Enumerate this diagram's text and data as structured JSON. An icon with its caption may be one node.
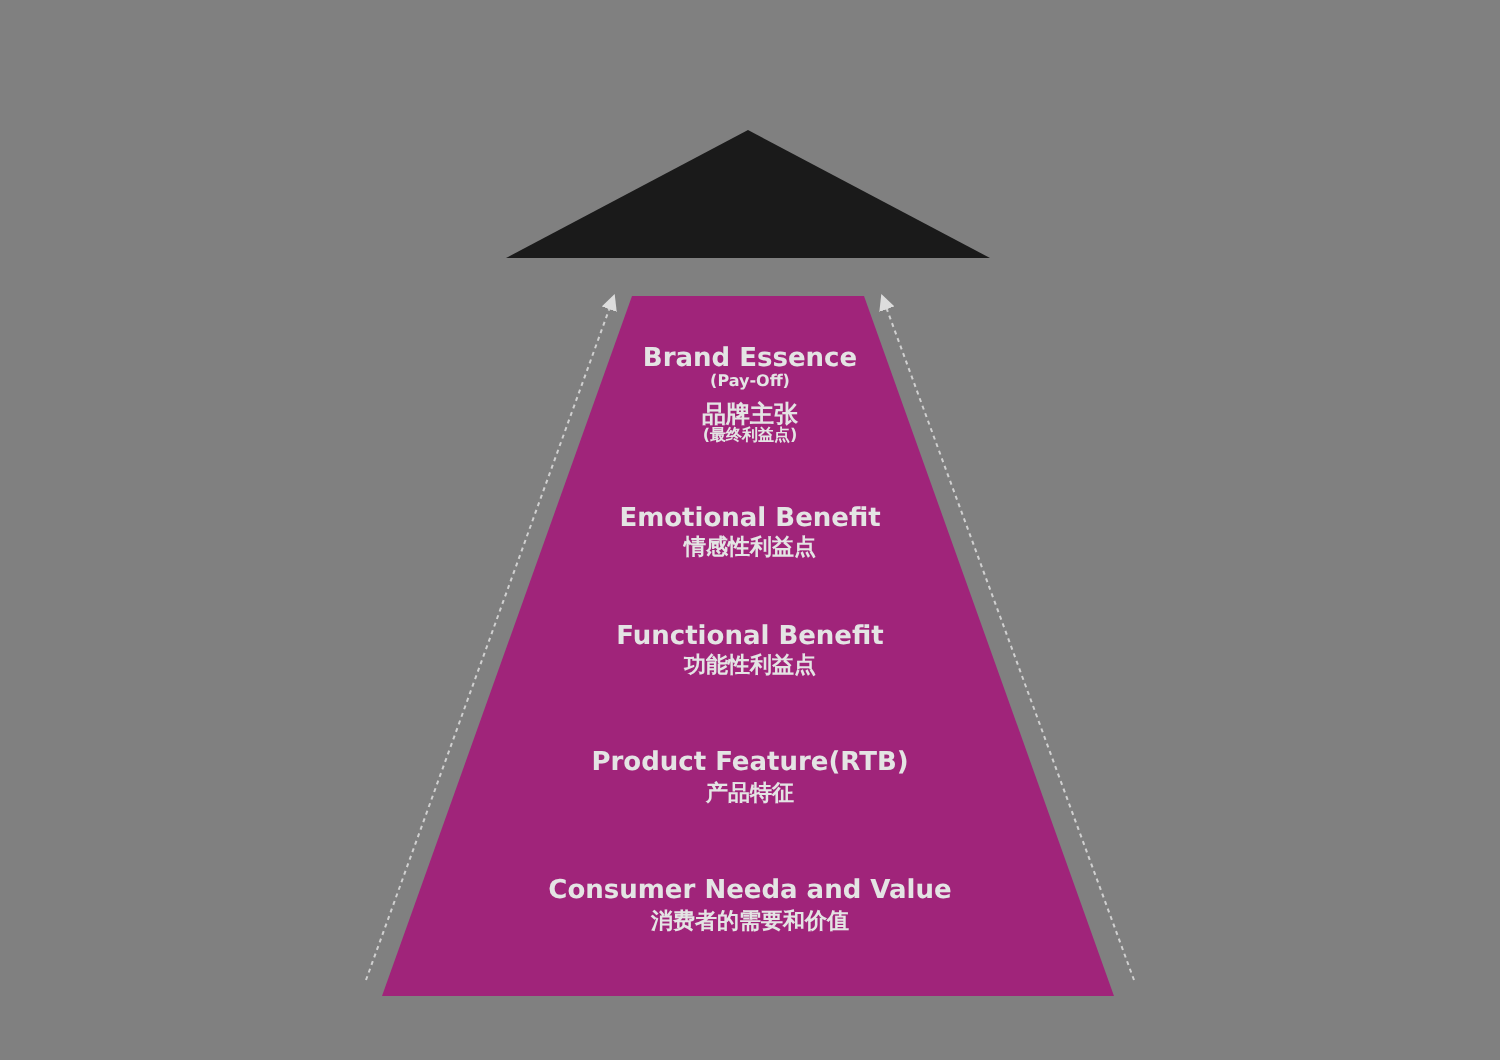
{
  "diagram": {
    "nodes": [
      {
        "text": [],
        "shape": "triangle"
      },
      {
        "text": [
          "Brand Essence",
          "(Pay-Off)",
          "品牌主张",
          "(最终利益点)",
          "Emotional Benefit",
          "情感性利益点",
          "Functional Benefit",
          "功能性利益点",
          "Product Feature(RTB)",
          "产品特征",
          "Consumer Needa and Value",
          "消费者的需要和价值"
        ]
      }
    ]
  }
}
